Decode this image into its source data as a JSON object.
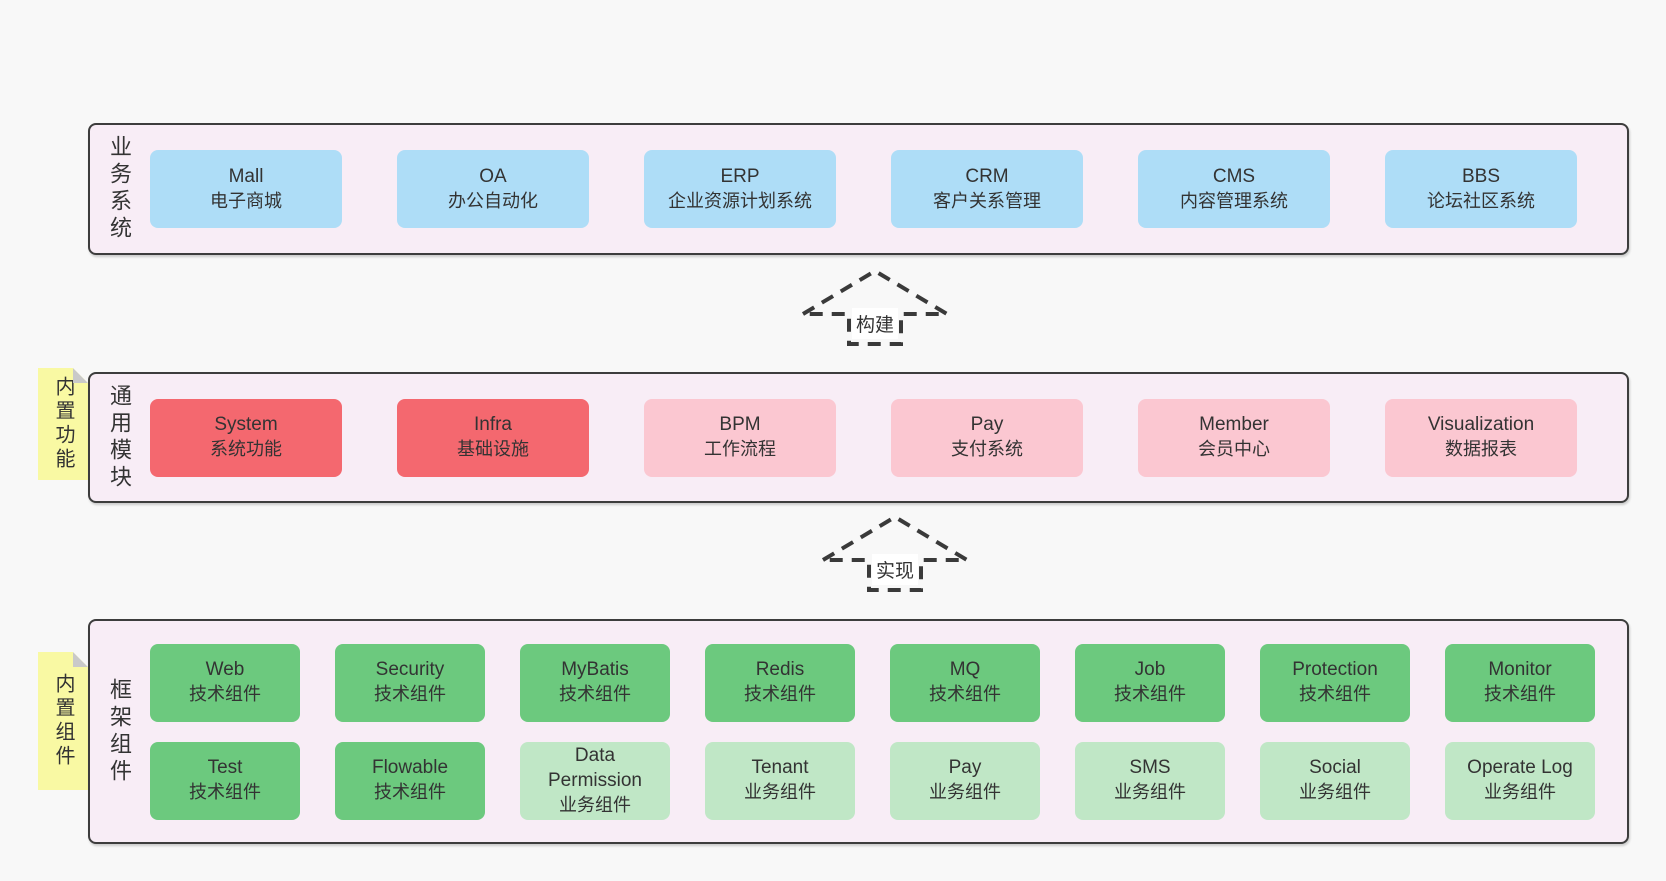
{
  "palette": {
    "page_bg": "#f8f8f8",
    "band_bg": "#f8edf6",
    "band_border": "#3d3d3d",
    "blue": "#aeddf7",
    "red": "#f4686f",
    "pink": "#fbc7d1",
    "green_dark": "#6cc97e",
    "green_light": "#c0e7c6",
    "note_yellow": "#f9f9a3",
    "note_fold_gray": "#c9c9c9",
    "text": "#333333"
  },
  "notes": [
    {
      "label": "内置功能"
    },
    {
      "label": "内置组件"
    }
  ],
  "arrows": [
    {
      "label": "构建"
    },
    {
      "label": "实现"
    }
  ],
  "bands": [
    {
      "label": "业务系统",
      "boxes": [
        {
          "en": "Mall",
          "zh": "电子商城"
        },
        {
          "en": "OA",
          "zh": "办公自动化"
        },
        {
          "en": "ERP",
          "zh": "企业资源计划系统"
        },
        {
          "en": "CRM",
          "zh": "客户关系管理"
        },
        {
          "en": "CMS",
          "zh": "内容管理系统"
        },
        {
          "en": "BBS",
          "zh": "论坛社区系统"
        }
      ]
    },
    {
      "label": "通用模块",
      "boxes": [
        {
          "en": "System",
          "zh": "系统功能"
        },
        {
          "en": "Infra",
          "zh": "基础设施"
        },
        {
          "en": "BPM",
          "zh": "工作流程"
        },
        {
          "en": "Pay",
          "zh": "支付系统"
        },
        {
          "en": "Member",
          "zh": "会员中心"
        },
        {
          "en": "Visualization",
          "zh": "数据报表"
        }
      ]
    },
    {
      "label": "框架组件",
      "rows": [
        [
          {
            "en": "Web",
            "zh": "技术组件"
          },
          {
            "en": "Security",
            "zh": "技术组件"
          },
          {
            "en": "MyBatis",
            "zh": "技术组件"
          },
          {
            "en": "Redis",
            "zh": "技术组件"
          },
          {
            "en": "MQ",
            "zh": "技术组件"
          },
          {
            "en": "Job",
            "zh": "技术组件"
          },
          {
            "en": "Protection",
            "zh": "技术组件"
          },
          {
            "en": "Monitor",
            "zh": "技术组件"
          }
        ],
        [
          {
            "en": "Test",
            "zh": "技术组件"
          },
          {
            "en": "Flowable",
            "zh": "技术组件"
          },
          {
            "en": "Data Permission",
            "zh": "业务组件"
          },
          {
            "en": "Tenant",
            "zh": "业务组件"
          },
          {
            "en": "Pay",
            "zh": "业务组件"
          },
          {
            "en": "SMS",
            "zh": "业务组件"
          },
          {
            "en": "Social",
            "zh": "业务组件"
          },
          {
            "en": "Operate Log",
            "zh": "业务组件"
          }
        ]
      ]
    }
  ]
}
